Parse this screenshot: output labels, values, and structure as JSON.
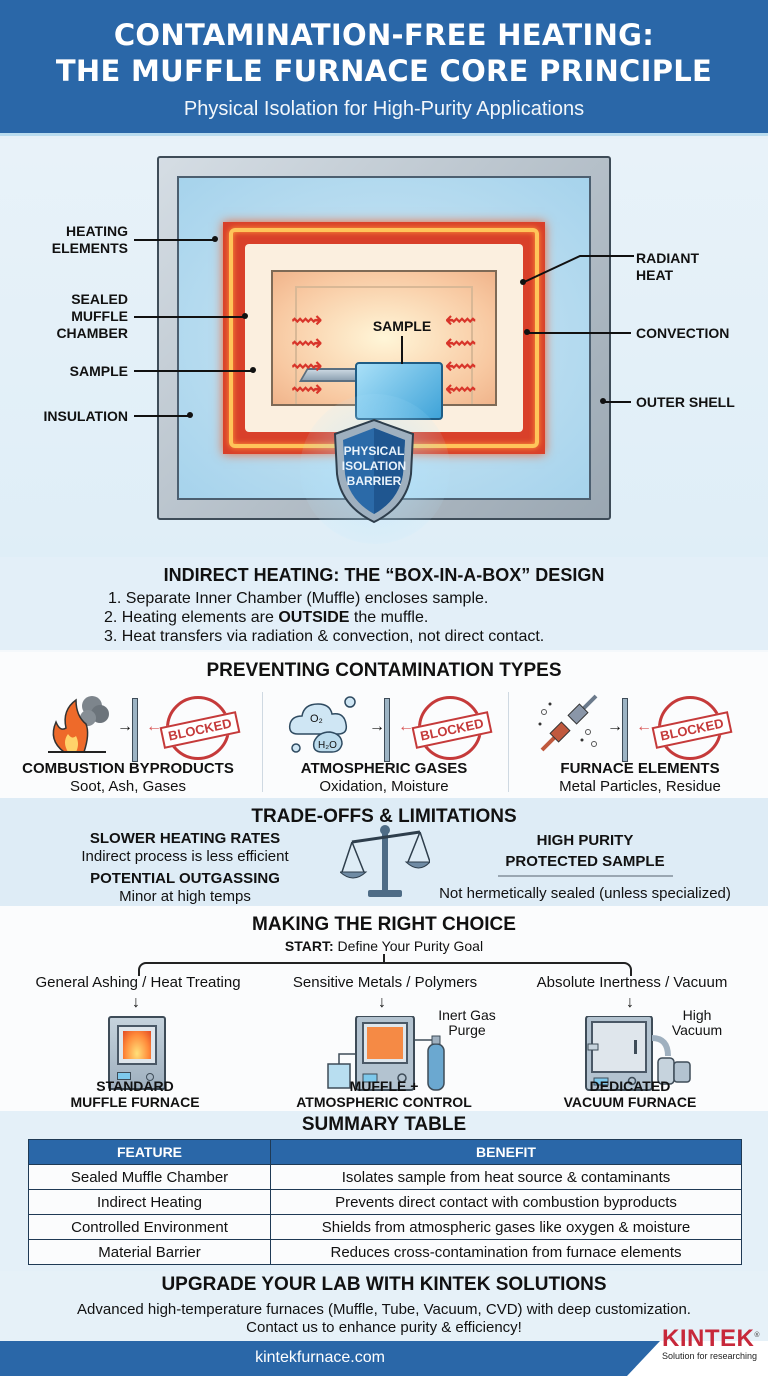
{
  "header": {
    "title_line1": "CONTAMINATION-FREE HEATING:",
    "title_line2": "THE MUFFLE FURNACE CORE PRINCIPLE",
    "subtitle": "Physical Isolation for High-Purity Applications"
  },
  "diagram": {
    "callouts_left": [
      {
        "label": "HEATING\nELEMENTS"
      },
      {
        "label": "SEALED\nMUFFLE\nCHAMBER"
      },
      {
        "label": "SAMPLE"
      },
      {
        "label": "INSULATION"
      }
    ],
    "callouts_right": [
      {
        "label": "RADIANT\nHEAT"
      },
      {
        "label": "CONVECTION"
      },
      {
        "label": "OUTER SHELL"
      }
    ],
    "sample_label": "SAMPLE",
    "shield_label": "PHYSICAL\nISOLATION\nBARRIER"
  },
  "indirect": {
    "title": "INDIRECT HEATING: THE “BOX-IN-A-BOX” DESIGN",
    "items": [
      {
        "num": "1.",
        "text": "Separate Inner Chamber (Muffle) encloses sample."
      },
      {
        "num": "2.",
        "pre": "Heating elements are ",
        "bold": "OUTSIDE",
        "post": " the muffle."
      },
      {
        "num": "3.",
        "text": "Heat transfers via radiation & convection, not direct contact."
      }
    ]
  },
  "contamination": {
    "title": "PREVENTING CONTAMINATION TYPES",
    "stamp_label": "BLOCKED",
    "types": [
      {
        "name": "COMBUSTION BYPRODUCTS",
        "desc": "Soot, Ash, Gases",
        "icon": "fire-smoke-icon"
      },
      {
        "name": "ATMOSPHERIC GASES",
        "desc": "Oxidation, Moisture",
        "icon": "gas-cloud-icon",
        "o2": "O₂",
        "h2o": "H₂O"
      },
      {
        "name": "FURNACE ELEMENTS",
        "desc": "Metal Particles, Residue",
        "icon": "heating-coil-icon"
      }
    ]
  },
  "tradeoffs": {
    "title": "TRADE-OFFS & LIMITATIONS",
    "left": [
      {
        "heading": "SLOWER HEATING RATES",
        "desc": "Indirect process is less efficient"
      },
      {
        "heading": "POTENTIAL OUTGASSING",
        "desc": "Minor at high temps"
      }
    ],
    "right": {
      "heading1": "HIGH PURITY",
      "heading2": "PROTECTED SAMPLE",
      "desc": "Not hermetically sealed (unless specialized)"
    }
  },
  "choice": {
    "title": "MAKING THE RIGHT CHOICE",
    "start_bold": "START:",
    "start_text": " Define Your Purity Goal",
    "options": [
      {
        "goal": "General Ashing / Heat Treating",
        "result": "STANDARD\nMUFFLE FURNACE"
      },
      {
        "goal": "Sensitive Metals / Polymers",
        "result": "MUFFLE +\nATMOSPHERIC CONTROL",
        "note": "Inert Gas\nPurge"
      },
      {
        "goal": "Absolute Inertness / Vacuum",
        "result": "DEDICATED\nVACUUM FURNACE",
        "note": "High\nVacuum"
      }
    ]
  },
  "summary": {
    "title": "SUMMARY TABLE",
    "columns": [
      "FEATURE",
      "BENEFIT"
    ],
    "rows": [
      [
        "Sealed Muffle Chamber",
        "Isolates sample from heat source & contaminants"
      ],
      [
        "Indirect Heating",
        "Prevents direct contact with combustion byproducts"
      ],
      [
        "Controlled Environment",
        "Shields from atmospheric gases like oxygen & moisture"
      ],
      [
        "Material Barrier",
        "Reduces cross-contamination from furnace elements"
      ]
    ]
  },
  "cta": {
    "title": "UPGRADE YOUR LAB WITH KINTEK SOLUTIONS",
    "line1": "Advanced high-temperature furnaces (Muffle, Tube, Vacuum, CVD) with deep customization.",
    "line2": "Contact us to enhance purity & efficiency!",
    "url": "kintekfurnace.com"
  },
  "brand": {
    "name": "KINTEK",
    "tagline": "Solution for researching",
    "registered": "®",
    "primary_color": "#2a67a8",
    "accent_color": "#c7283a"
  }
}
